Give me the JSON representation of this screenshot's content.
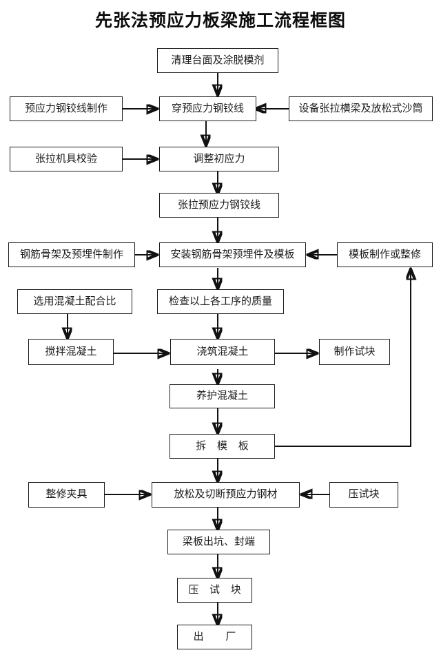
{
  "document": {
    "title": "先张法预应力板梁施工流程框图"
  },
  "diagram": {
    "type": "flowchart",
    "orientation": "top-to-bottom",
    "nodes": [
      {
        "id": "n1",
        "label": "清理台面及涂脱模剂",
        "column": "center"
      },
      {
        "id": "n2",
        "label": "预应力钢铰线制作",
        "column": "left"
      },
      {
        "id": "n3",
        "label": "穿预应力钢铰线",
        "column": "center"
      },
      {
        "id": "n4",
        "label": "设备张拉横梁及放松式沙筒",
        "column": "right"
      },
      {
        "id": "n5",
        "label": "张拉机具校验",
        "column": "left"
      },
      {
        "id": "n6",
        "label": "调整初应力",
        "column": "center"
      },
      {
        "id": "n7",
        "label": "张拉预应力钢铰线",
        "column": "center"
      },
      {
        "id": "n8",
        "label": "钢筋骨架及预埋件制作",
        "column": "left"
      },
      {
        "id": "n9",
        "label": "安装钢筋骨架预埋件及模板",
        "column": "center"
      },
      {
        "id": "n10",
        "label": "模板制作或整修",
        "column": "right"
      },
      {
        "id": "n11",
        "label": "选用混凝土配合比",
        "column": "left"
      },
      {
        "id": "n12",
        "label": "检查以上各工序的质量",
        "column": "center"
      },
      {
        "id": "n13",
        "label": "搅拌混凝土",
        "column": "left"
      },
      {
        "id": "n14",
        "label": "浇筑混凝土",
        "column": "center"
      },
      {
        "id": "n15",
        "label": "制作试块",
        "column": "right"
      },
      {
        "id": "n16",
        "label": "养护混凝土",
        "column": "center"
      },
      {
        "id": "n17",
        "label": "拆 模 板",
        "column": "center"
      },
      {
        "id": "n18",
        "label": "整修夹具",
        "column": "left"
      },
      {
        "id": "n19",
        "label": "放松及切断预应力钢材",
        "column": "center"
      },
      {
        "id": "n20",
        "label": "压试块",
        "column": "right"
      },
      {
        "id": "n21",
        "label": "梁板出坑、封端",
        "column": "center"
      },
      {
        "id": "n22",
        "label": "压 试 块",
        "column": "center"
      },
      {
        "id": "n23",
        "label": "出    厂",
        "column": "center"
      }
    ],
    "edges": [
      {
        "from": "n1",
        "to": "n3",
        "kind": "down"
      },
      {
        "from": "n2",
        "to": "n3",
        "kind": "right"
      },
      {
        "from": "n4",
        "to": "n3",
        "kind": "left"
      },
      {
        "from": "n3",
        "to": "n6",
        "kind": "down"
      },
      {
        "from": "n5",
        "to": "n6",
        "kind": "right"
      },
      {
        "from": "n6",
        "to": "n7",
        "kind": "down"
      },
      {
        "from": "n7",
        "to": "n9",
        "kind": "down"
      },
      {
        "from": "n8",
        "to": "n9",
        "kind": "right"
      },
      {
        "from": "n10",
        "to": "n9",
        "kind": "left"
      },
      {
        "from": "n9",
        "to": "n12",
        "kind": "down"
      },
      {
        "from": "n11",
        "to": "n13",
        "kind": "down"
      },
      {
        "from": "n12",
        "to": "n14",
        "kind": "down"
      },
      {
        "from": "n13",
        "to": "n14",
        "kind": "right"
      },
      {
        "from": "n14",
        "to": "n15",
        "kind": "right"
      },
      {
        "from": "n14",
        "to": "n16",
        "kind": "down"
      },
      {
        "from": "n16",
        "to": "n17",
        "kind": "down"
      },
      {
        "from": "n17",
        "to": "n10",
        "kind": "feedback-right-up"
      },
      {
        "from": "n17",
        "to": "n19",
        "kind": "down"
      },
      {
        "from": "n18",
        "to": "n19",
        "kind": "right"
      },
      {
        "from": "n20",
        "to": "n19",
        "kind": "left"
      },
      {
        "from": "n19",
        "to": "n21",
        "kind": "down"
      },
      {
        "from": "n21",
        "to": "n22",
        "kind": "down"
      },
      {
        "from": "n22",
        "to": "n23",
        "kind": "down"
      }
    ],
    "colors": {
      "background": "#ffffff",
      "box_border": "#1a1a1a",
      "box_fill": "#ffffff",
      "text": "#1b1b1b",
      "connector": "#111111"
    }
  }
}
